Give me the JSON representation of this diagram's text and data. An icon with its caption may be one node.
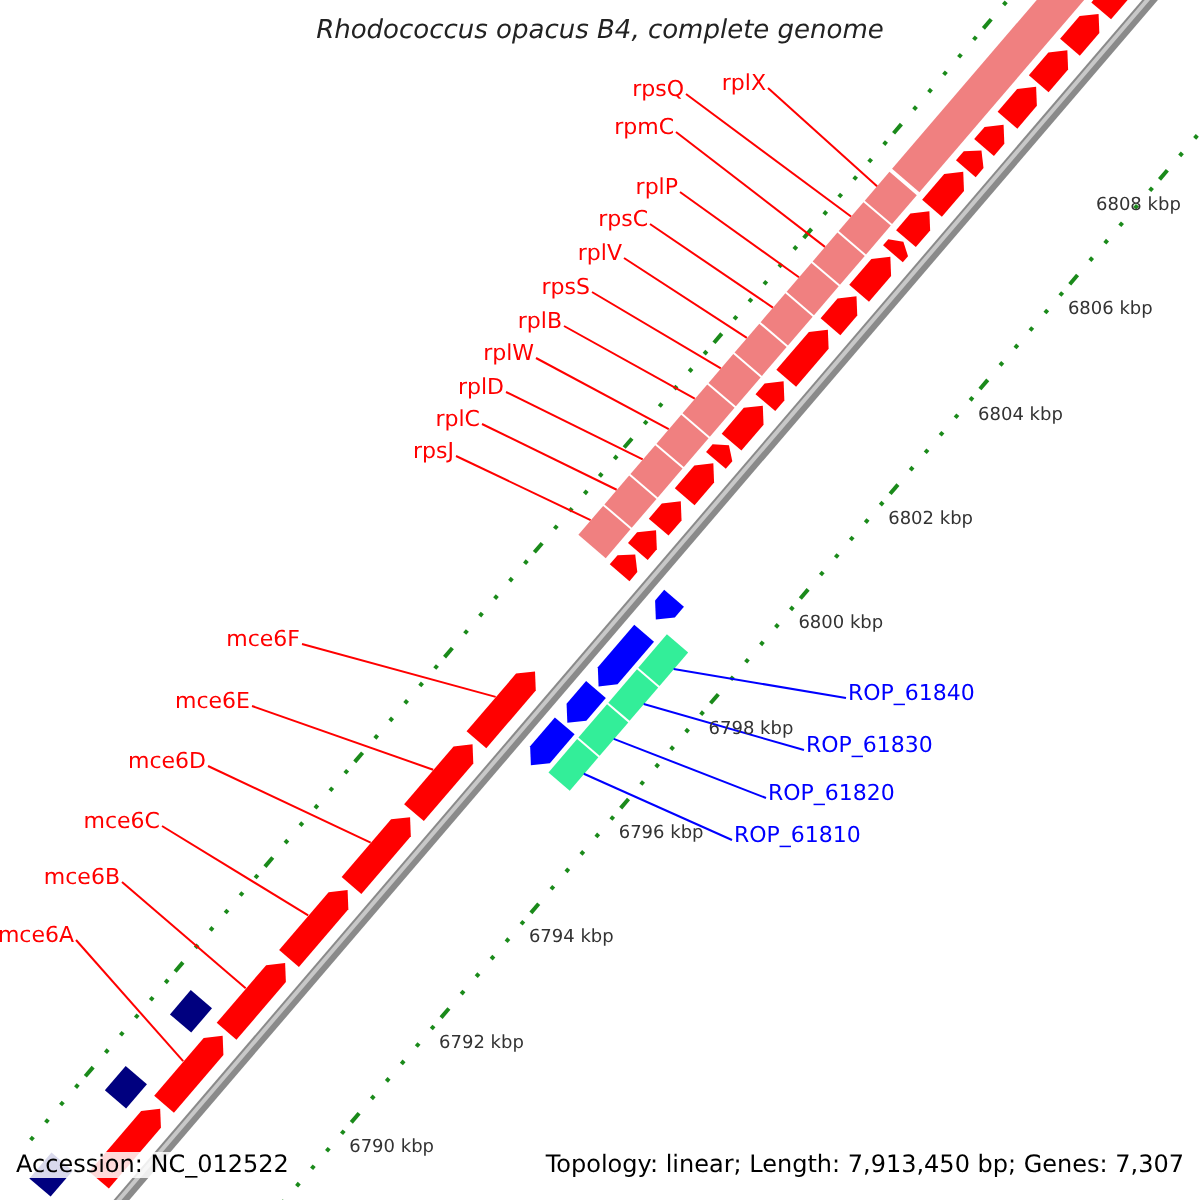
{
  "diagram": {
    "title": "Rhodococcus opacus B4, complete genome",
    "nodes": [
      {
        "text": [
          "rpsQ"
        ]
      },
      {
        "text": [
          "rplX"
        ]
      },
      {
        "text": [
          "rpmC"
        ]
      },
      {
        "text": [
          "rplP"
        ]
      },
      {
        "text": [
          "rpsC"
        ]
      },
      {
        "text": [
          "rplV"
        ]
      },
      {
        "text": [
          "rpsS"
        ]
      },
      {
        "text": [
          "rplB"
        ]
      },
      {
        "text": [
          "rplW"
        ]
      },
      {
        "text": [
          "rplD"
        ]
      },
      {
        "text": [
          "rplC"
        ]
      },
      {
        "text": [
          "rpsJ"
        ]
      },
      {
        "text": [
          "mce6F"
        ]
      },
      {
        "text": [
          "mce6E"
        ]
      },
      {
        "text": [
          "mce6D"
        ]
      },
      {
        "text": [
          "mce6C"
        ]
      },
      {
        "text": [
          "mce6B"
        ]
      },
      {
        "text": [
          "mce6A"
        ]
      },
      {
        "text": [
          "ROP_61840"
        ]
      },
      {
        "text": [
          "ROP_61830"
        ]
      },
      {
        "text": [
          "ROP_61820"
        ]
      },
      {
        "text": [
          "ROP_61810"
        ]
      },
      {
        "text": [],
        "shape": "bar"
      },
      {
        "text": [],
        "shape": "bar"
      },
      {
        "text": [],
        "shape": "bar"
      },
      {
        "text": [],
        "shape": "bar"
      },
      {
        "text": [],
        "shape": "bar"
      },
      {
        "text": [],
        "shape": "bar"
      },
      {
        "text": [],
        "shape": "bar"
      },
      {
        "text": [],
        "shape": "bar"
      },
      {
        "text": [],
        "shape": "bar"
      },
      {
        "text": [],
        "shape": "bar"
      },
      {
        "text": [],
        "shape": "bar"
      },
      {
        "text": [],
        "shape": "bar"
      },
      {
        "text": [],
        "shape": "arrow"
      },
      {
        "text": [],
        "shape": "arrow"
      },
      {
        "text": [],
        "shape": "arrow"
      },
      {
        "text": [],
        "shape": "arrow"
      },
      {
        "text": [],
        "shape": "arrow"
      },
      {
        "text": [],
        "shape": "arrow"
      },
      {
        "text": [],
        "shape": "arrow"
      },
      {
        "text": [],
        "shape": "bar"
      },
      {
        "text": [],
        "shape": "bar"
      },
      {
        "text": [],
        "shape": "bar"
      },
      {
        "text": [],
        "shape": "bar"
      }
    ],
    "edges": [
      {
        "from": 0,
        "to": 23,
        "arrow": "none"
      },
      {
        "from": 1,
        "to": 22,
        "arrow": "none"
      },
      {
        "from": 2,
        "to": 24,
        "arrow": "none"
      },
      {
        "from": 3,
        "to": 25,
        "arrow": "none"
      },
      {
        "from": 4,
        "to": 26,
        "arrow": "none"
      },
      {
        "from": 5,
        "to": 27,
        "arrow": "none"
      },
      {
        "from": 6,
        "to": 28,
        "arrow": "none"
      },
      {
        "from": 7,
        "to": 29,
        "arrow": "none"
      },
      {
        "from": 8,
        "to": 30,
        "arrow": "none"
      },
      {
        "from": 9,
        "to": 31,
        "arrow": "none"
      },
      {
        "from": 10,
        "to": 32,
        "arrow": "none"
      },
      {
        "from": 11,
        "to": 33,
        "arrow": "none"
      },
      {
        "from": 12,
        "to": 34,
        "arrow": "none"
      },
      {
        "from": 13,
        "to": 35,
        "arrow": "none"
      },
      {
        "from": 14,
        "to": 36,
        "arrow": "none"
      },
      {
        "from": 15,
        "to": 37,
        "arrow": "none"
      },
      {
        "from": 16,
        "to": 38,
        "arrow": "none"
      },
      {
        "from": 17,
        "to": 39,
        "arrow": "none"
      },
      {
        "from": 18,
        "to": 41,
        "arrow": "none",
        "color": "#0000ff"
      },
      {
        "from": 19,
        "to": 42,
        "arrow": "none",
        "color": "#0000ff"
      },
      {
        "from": 20,
        "to": 43,
        "arrow": "none",
        "color": "#0000ff"
      },
      {
        "from": 21,
        "to": 44,
        "arrow": "none",
        "color": "#0000ff"
      }
    ],
    "labels": [
      "6808 kbp",
      "6806 kbp",
      "6804 kbp",
      "6802 kbp",
      "6800 kbp",
      "6798 kbp",
      "6796 kbp",
      "6794 kbp",
      "6792 kbp",
      "6790 kbp",
      "Accession: NC_012522",
      "Topology: linear; Length: 7,913,450 bp; Genes: 7,307"
    ]
  }
}
